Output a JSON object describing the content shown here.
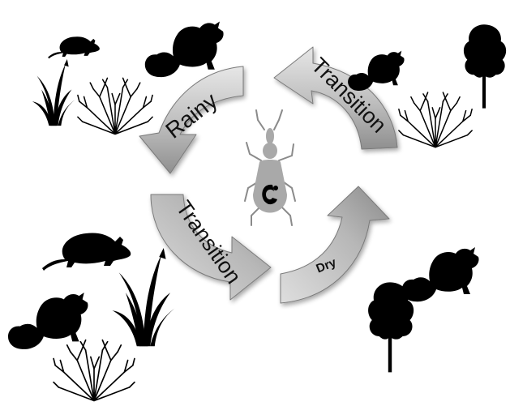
{
  "diagram": {
    "type": "seasonal-cycle",
    "phases": [
      {
        "id": "rainy",
        "label": "Rainy"
      },
      {
        "id": "transition-1",
        "label": "Transition"
      },
      {
        "id": "dry",
        "label": "Dry"
      },
      {
        "id": "transition-2",
        "label": "Transition"
      }
    ],
    "center_icon": "triatomine-bug-icon",
    "icons": {
      "rodent": "mouse-silhouette-icon",
      "squirrel": "squirrel-silhouette-icon",
      "grass": "grass-silhouette-icon",
      "shrub": "shrub-silhouette-icon",
      "tree": "tree-silhouette-icon"
    },
    "colors": {
      "arrow_fill": "#b9b9b9",
      "arrow_shade": "#8c8c8c",
      "silhouette": "#000000",
      "bug_body": "#a9a9a9",
      "background": "#ffffff"
    }
  }
}
